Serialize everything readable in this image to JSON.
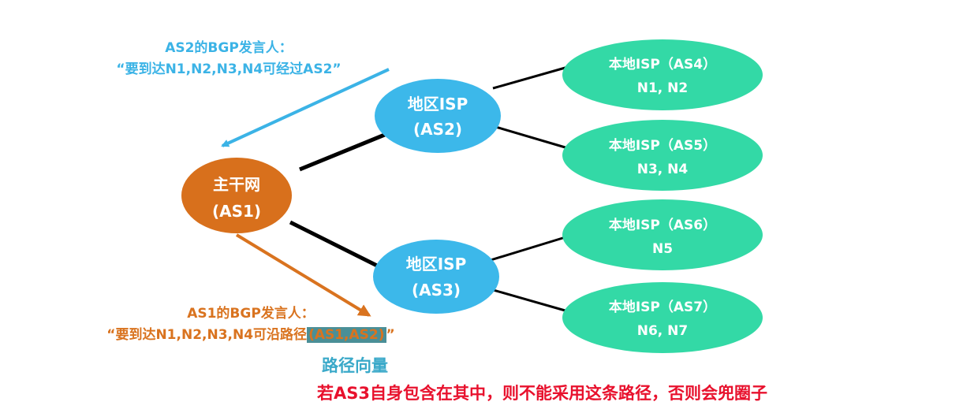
{
  "colors": {
    "backbone": "#d8701c",
    "regional": "#3cb8ea",
    "local": "#33d9a6",
    "announce_as2": "#3bb3e6",
    "announce_as1": "#d9731f",
    "highlight_bg": "#4a8f97",
    "caption_teal": "#3aa9c9",
    "caption_red": "#e8112d",
    "link": "#000000"
  },
  "nodes": {
    "backbone": {
      "line1": "主干网",
      "line2": "(AS1)"
    },
    "as2": {
      "line1": "地区ISP",
      "line2": "(AS2)"
    },
    "as3": {
      "line1": "地区ISP",
      "line2": "(AS3)"
    },
    "as4": {
      "line1": "本地ISP（AS4）",
      "line2": "N1, N2"
    },
    "as5": {
      "line1": "本地ISP（AS5）",
      "line2": "N3, N4"
    },
    "as6": {
      "line1": "本地ISP（AS6）",
      "line2": "N5"
    },
    "as7": {
      "line1": "本地ISP（AS7）",
      "line2": "N6, N7"
    }
  },
  "annotations": {
    "as2_speaker": {
      "line1": "AS2的BGP发言人：",
      "line2": "“要到达N1,N2,N3,N4可经过AS2”"
    },
    "as1_speaker": {
      "line1": "AS1的BGP发言人：",
      "line2_prefix": "“要到达N1,N2,N3,N4可沿路径",
      "line2_path": "(AS1,AS2)",
      "line2_suffix": "”"
    },
    "path_vector": "路径向量",
    "note": "若AS3自身包含在其中，则不能采用这条路径，否则会兜圈子"
  }
}
